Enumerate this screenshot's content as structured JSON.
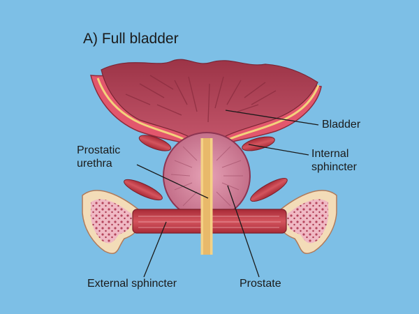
{
  "title": "A) Full bladder",
  "labels": {
    "bladder": "Bladder",
    "internal_sphincter": [
      "Internal",
      "sphincter"
    ],
    "prostatic_urethra": [
      "Prostatic",
      "urethra"
    ],
    "external_sphincter": "External sphincter",
    "prostate": "Prostate"
  },
  "colors": {
    "background": "#7dbfe6",
    "bladder_wall_outer": "#e2576d",
    "bladder_lumen": "#b8485a",
    "lining": "#f3d27c",
    "prostate": "#c7708a",
    "muscle": "#c93b47",
    "bone": "#f3dcb8",
    "bone_marrow": "#e79db0",
    "urethra": "#f4d286"
  }
}
